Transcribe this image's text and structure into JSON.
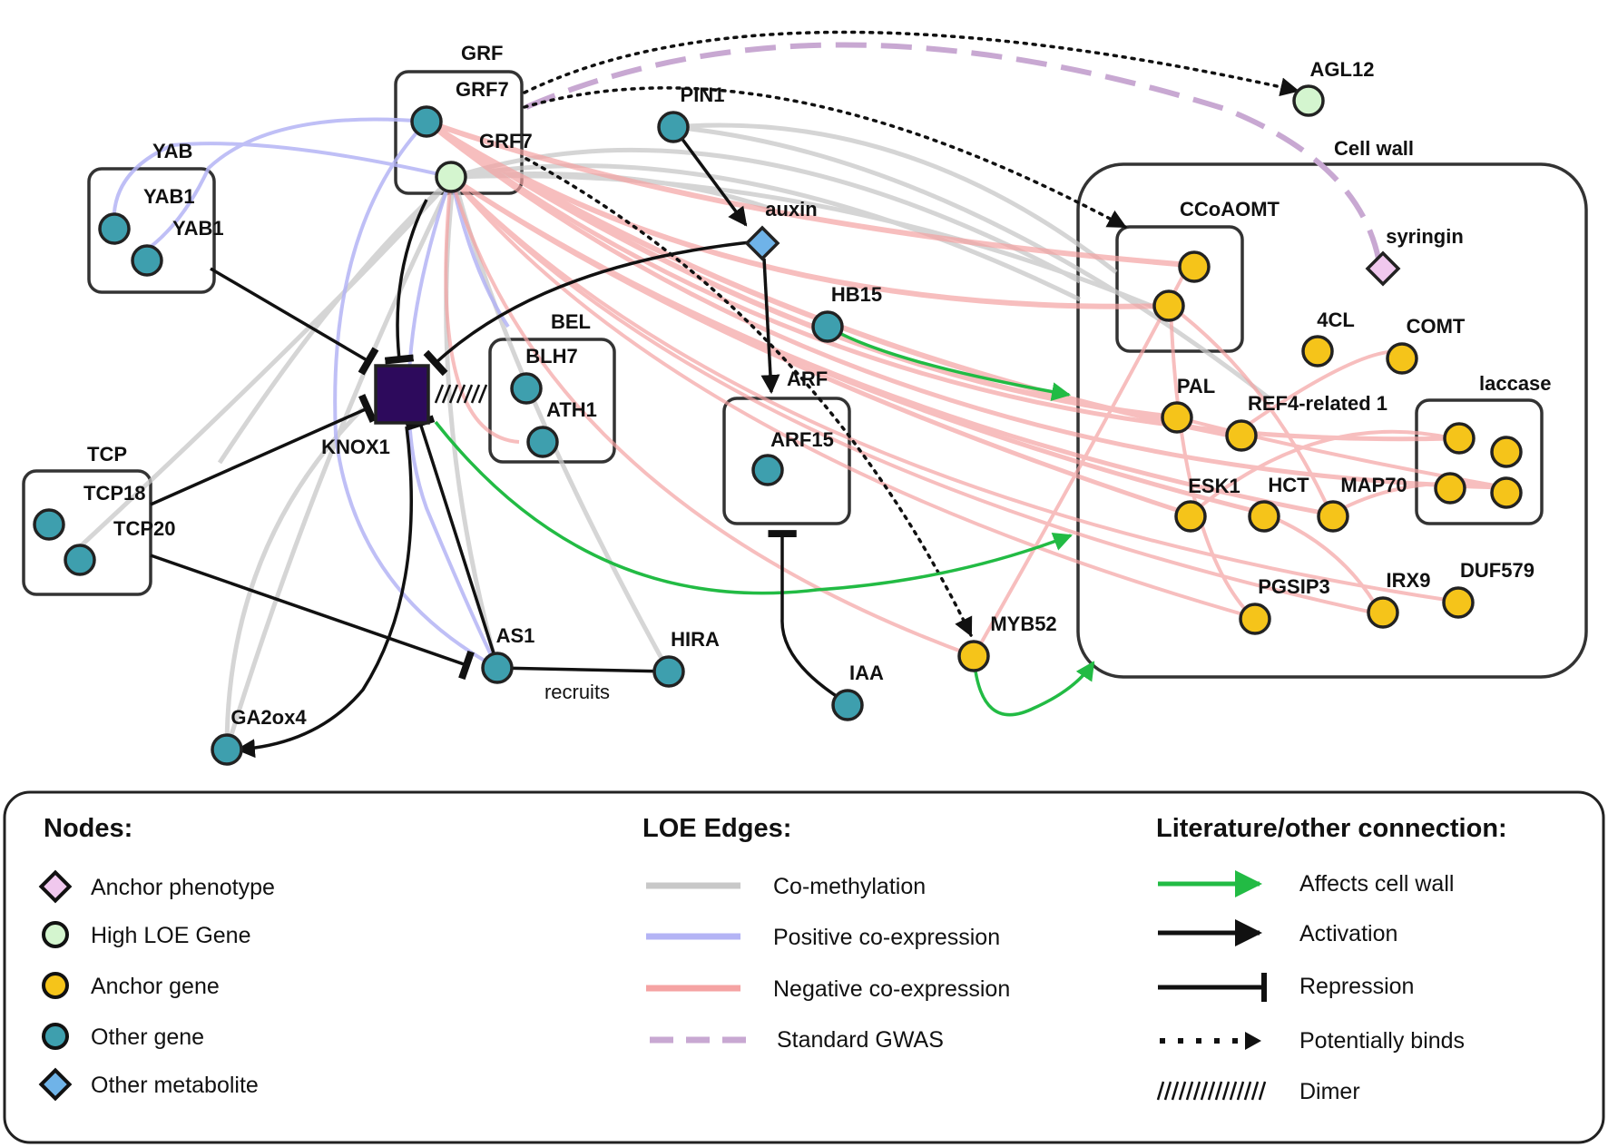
{
  "groups": {
    "grf": "GRF",
    "yab": "YAB",
    "tcp": "TCP",
    "bel": "BEL",
    "arf": "ARF",
    "cell_wall": "Cell wall",
    "ccoaomt": "CCoAOMT",
    "laccase": "laccase"
  },
  "nodes": {
    "grf7_a": "GRF7",
    "grf7_b": "GRF7",
    "yab1_a": "YAB1",
    "yab1_b": "YAB1",
    "tcp18": "TCP18",
    "tcp20": "TCP20",
    "knox1": "KNOX1",
    "blh7": "BLH7",
    "ath1": "ATH1",
    "pin1": "PIN1",
    "auxin": "auxin",
    "hb15": "HB15",
    "arf15": "ARF15",
    "as1": "AS1",
    "hira": "HIRA",
    "ga2ox4": "GA2ox4",
    "iaa": "IAA",
    "myb52": "MYB52",
    "agl12": "AGL12",
    "syringin": "syringin",
    "c4l": "4CL",
    "comt": "COMT",
    "pal": "PAL",
    "ref4": "REF4-related 1",
    "esk1": "ESK1",
    "hct": "HCT",
    "map70": "MAP70",
    "pgsip3": "PGSIP3",
    "irx9": "IRX9",
    "duf579": "DUF579"
  },
  "edge_note": "recruits",
  "legend": {
    "nodes": {
      "heading": "Nodes:",
      "items": [
        "Anchor phenotype",
        "High LOE Gene",
        "Anchor gene",
        "Other gene",
        "Other metabolite"
      ]
    },
    "loe_edges": {
      "heading": "LOE Edges:",
      "items": [
        "Co-methylation",
        "Positive co-expression",
        "Negative co-expression",
        "Standard GWAS"
      ]
    },
    "literature": {
      "heading": "Literature/other connection:",
      "items": [
        "Affects cell wall",
        "Activation",
        "Repression",
        "Potentially binds",
        "Dimer"
      ]
    }
  },
  "colors": {
    "anchor_phenotype": "#f0c8ee",
    "high_loe_gene": "#d4f5cf",
    "anchor_gene": "#f5c41a",
    "other_gene": "#3e9fae",
    "other_metabolite": "#6fb3e8",
    "knox1": "#2d0a5c",
    "co_methylation": "#c8c8c8",
    "positive_coexpression": "#b4b4f5",
    "negative_coexpression": "#f5a3a3",
    "standard_gwas": "#c8a8d2",
    "affects_cell_wall": "#22bb44",
    "activation": "#111111"
  }
}
